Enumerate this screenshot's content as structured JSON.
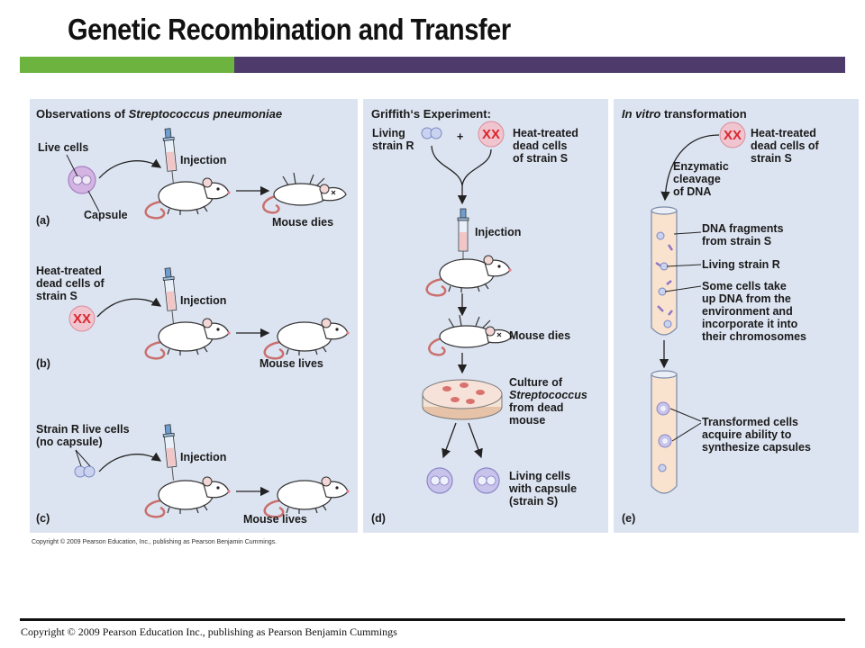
{
  "title": "Genetic Recombination and Transfer",
  "colors": {
    "green_bar": "#6cb33f",
    "purple_bar": "#4e3b6b",
    "panel_bg": "#dde4f1",
    "red_x": "#d9262c"
  },
  "panel_a": {
    "heading_pre": "Observations of ",
    "heading_species": "Streptococcus pneumoniae",
    "live_cells": "Live cells",
    "capsule": "Capsule",
    "injection": "Injection",
    "mouse_dies": "Mouse dies",
    "letter": "(a)"
  },
  "panel_b": {
    "heat_line1": "Heat-treated",
    "heat_line2": "dead cells of",
    "heat_line3": "strain S",
    "injection": "Injection",
    "mouse_lives": "Mouse lives",
    "letter": "(b)"
  },
  "panel_c": {
    "strain_line1": "Strain R live cells",
    "strain_line2": "(no capsule)",
    "injection": "Injection",
    "mouse_lives": "Mouse lives",
    "letter": "(c)"
  },
  "panel_d": {
    "heading": "Griffith‘s Experiment:",
    "living_line1": "Living",
    "living_line2": "strain R",
    "plus": "+",
    "heat_line1": "Heat-treated",
    "heat_line2": "dead cells",
    "heat_line3": "of strain S",
    "injection": "Injection",
    "mouse_dies": "Mouse dies",
    "culture_line1": "Culture of",
    "culture_line2": "Streptococcus",
    "culture_line3": "from dead",
    "culture_line4": "mouse",
    "living_cap_line1": "Living cells",
    "living_cap_line2": "with capsule",
    "living_cap_line3": "(strain S)",
    "letter": "(d)"
  },
  "panel_e": {
    "heading_pre": "In vitro",
    "heading_post": " transformation",
    "heat_line1": "Heat-treated",
    "heat_line2": "dead cells of",
    "heat_line3": "strain S",
    "enz_line1": "Enzymatic",
    "enz_line2": "cleavage",
    "enz_line3": "of DNA",
    "frag_line1": "DNA fragments",
    "frag_line2": "from strain S",
    "living_r": "Living strain R",
    "some_line1": "Some cells take",
    "some_line2": "up DNA from the",
    "some_line3": "environment and",
    "some_line4": "incorporate it into",
    "some_line5": "their chromosomes",
    "trans_line1": "Transformed cells",
    "trans_line2": "acquire ability to",
    "trans_line3": "synthesize capsules",
    "letter": "(e)"
  },
  "figure_copyright": "Copyright © 2009 Pearson Education, Inc., publishing as Pearson Benjamin Cummings.",
  "footer": "Copyright © 2009 Pearson Education Inc., publishing as Pearson Benjamin Cummings"
}
